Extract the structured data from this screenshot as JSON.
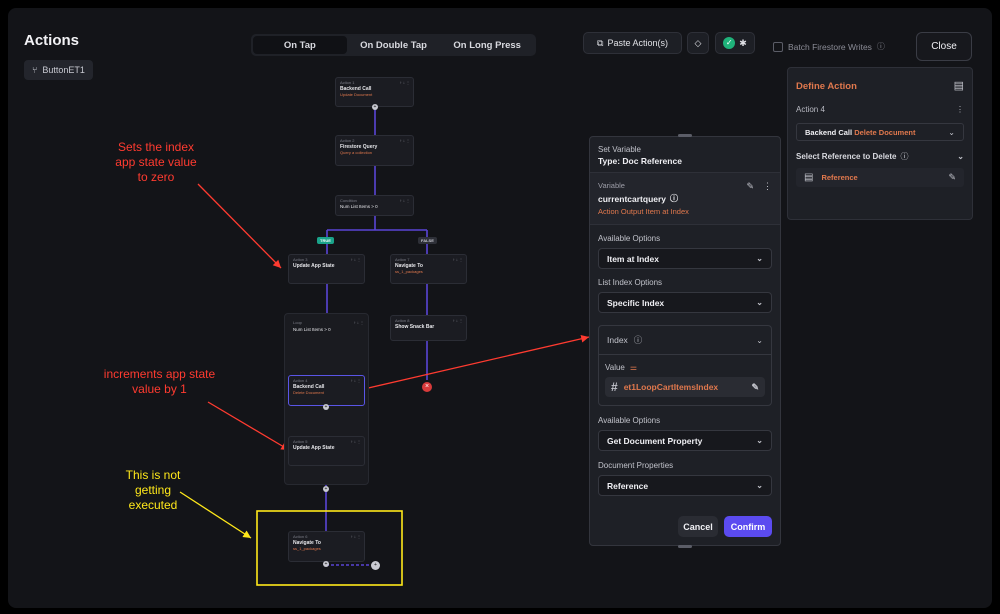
{
  "header": {
    "title": "Actions",
    "widget_name": "ButtonET1",
    "tabs": [
      "On Tap",
      "On Double Tap",
      "On Long Press"
    ],
    "paste_label": "Paste Action(s)",
    "batch_label": "Batch Firestore Writes",
    "close_label": "Close"
  },
  "flow": {
    "action1": {
      "label": "Action 1",
      "title": "Backend Call",
      "sub": "Update Document"
    },
    "action2": {
      "label": "Action 2",
      "title": "Firestore Query",
      "sub": "Query a collection"
    },
    "condition": {
      "label": "Condition",
      "title": "Num List Items > 0"
    },
    "true_badge": "TRUE",
    "false_badge": "FALSE",
    "action3": {
      "label": "Action 3",
      "title": "Update App State"
    },
    "action7": {
      "label": "Action 7",
      "title": "Navigate To",
      "sub": "ss_1_packages"
    },
    "action8": {
      "label": "Action 8",
      "title": "Show Snack Bar"
    },
    "loop": {
      "label": "Loop",
      "title": "Num List Items > 0"
    },
    "action4": {
      "label": "Action 4",
      "title": "Backend Call",
      "sub": "Delete Document"
    },
    "action5": {
      "label": "Action 5",
      "title": "Update App State"
    },
    "action6": {
      "label": "Action 6",
      "title": "Navigate To",
      "sub": "ss_1_packages"
    }
  },
  "annotations": {
    "a1": "Sets the index app state value to zero",
    "a2": "increments app state value by 1",
    "a3": "This is not getting executed"
  },
  "set_variable": {
    "heading": "Set Variable",
    "type": "Type: Doc Reference",
    "variable_caption": "Variable",
    "variable_name": "currentcartquery",
    "variable_source": "Action Output Item at Index",
    "available_options_label": "Available Options",
    "available_options_value": "Item at Index",
    "list_index_label": "List Index Options",
    "list_index_value": "Specific Index",
    "index_label": "Index",
    "value_label": "Value",
    "value": "et1LoopCartItemsIndex",
    "available_options2_label": "Available Options",
    "available_options2_value": "Get Document Property",
    "document_properties_label": "Document Properties",
    "document_properties_value": "Reference",
    "cancel_label": "Cancel",
    "confirm_label": "Confirm"
  },
  "define_action": {
    "title": "Define Action",
    "action_label": "Action 4",
    "action_type": "Backend Call",
    "action_value": "Delete Document",
    "select_ref_label": "Select Reference to Delete",
    "reference_label": "Reference"
  },
  "colors": {
    "accent": "#5b4bf0",
    "orange": "#e0784d",
    "annotation_red": "#ff3b30",
    "annotation_yellow": "#ffe81a",
    "connector": "#5a45d6"
  }
}
